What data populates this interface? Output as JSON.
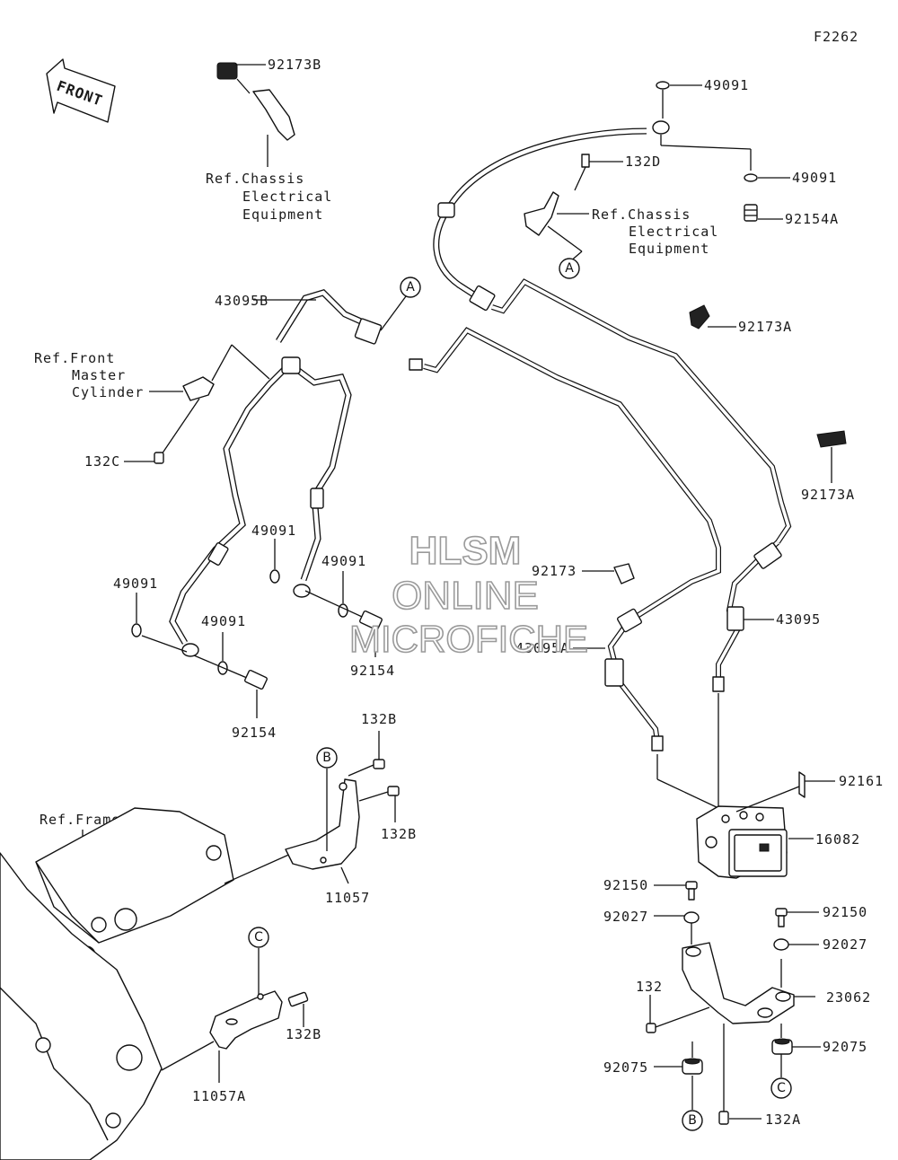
{
  "figure_code": "F2262",
  "front_label": "FRONT",
  "watermark": {
    "line1": "HLSM",
    "line2": "ONLINE",
    "line3": "MICROFICHE"
  },
  "part_numbers": {
    "p92173B": "92173B",
    "p49091_a": "49091",
    "p132D": "132D",
    "p49091_b": "49091",
    "p92154A": "92154A",
    "p43095B": "43095B",
    "p92173A_a": "92173A",
    "p132C": "132C",
    "p92173A_b": "92173A",
    "p49091_c": "49091",
    "p49091_d": "49091",
    "p92173": "92173",
    "p49091_e": "49091",
    "p49091_f": "49091",
    "p43095": "43095",
    "p92154_a": "92154",
    "p43095A": "43095A",
    "p92154_b": "92154",
    "p132B_a": "132B",
    "p92161": "92161",
    "p132B_b": "132B",
    "p16082": "16082",
    "p11057": "11057",
    "p92150_a": "92150",
    "p92150_b": "92150",
    "p92027_a": "92027",
    "p92027_b": "92027",
    "p132": "132",
    "p23062": "23062",
    "p132B_c": "132B",
    "p92075_a": "92075",
    "p92075_b": "92075",
    "p11057A": "11057A",
    "p132A": "132A"
  },
  "references": {
    "chassis_1": {
      "line1": "Ref.Chassis",
      "line2": "Electrical",
      "line3": "Equipment"
    },
    "chassis_2": {
      "line1": "Ref.Chassis",
      "line2": "Electrical",
      "line3": "Equipment"
    },
    "front_master": {
      "line1": "Ref.Front",
      "line2": "Master",
      "line3": "Cylinder"
    },
    "frame": "Ref.Frame"
  },
  "callouts": {
    "A1": "A",
    "A2": "A",
    "B1": "B",
    "B2": "B",
    "C1": "C",
    "C2": "C"
  }
}
